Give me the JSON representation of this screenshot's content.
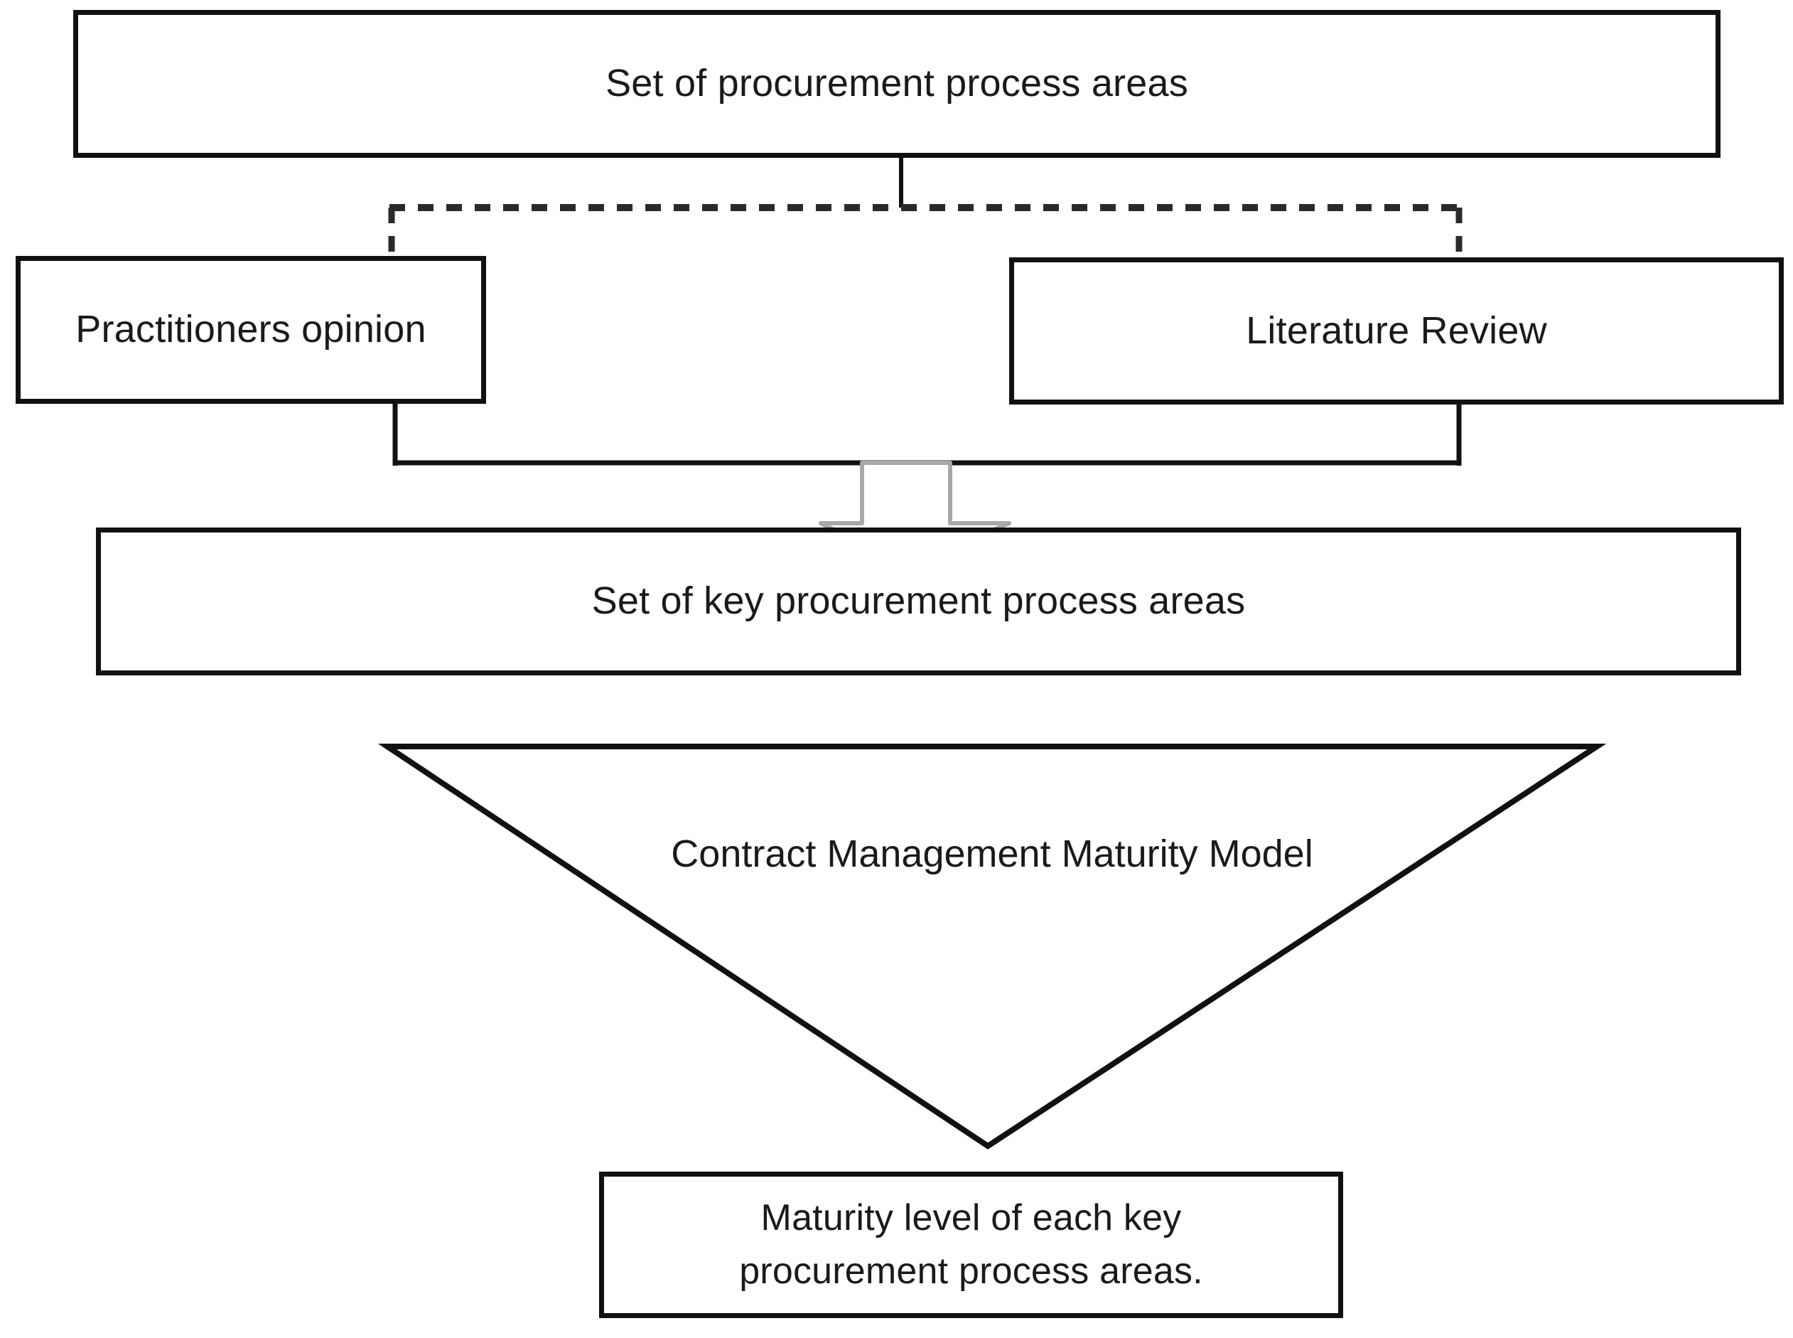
{
  "diagram": {
    "title_text_present": false,
    "nodes": {
      "top": {
        "label": "Set of procurement process areas"
      },
      "left_source": {
        "label": "Practitioners opinion"
      },
      "right_source": {
        "label": "Literature Review"
      },
      "key_areas": {
        "label": "Set of key procurement process areas"
      },
      "model": {
        "label": "Contract Management Maturity Model"
      },
      "outcome": {
        "label": "Maturity level of each key\nprocurement process areas."
      }
    },
    "connectors": {
      "top_split": {
        "style": "dashed",
        "icon": "dashed-branch-connector"
      },
      "merge": {
        "style": "solid",
        "icon": "merge-bracket-connector"
      },
      "down_arrow": {
        "style": "hollow",
        "icon": "down-arrow-icon"
      }
    },
    "colors": {
      "stroke": "#111111",
      "text": "#1a1a1a",
      "background": "#ffffff",
      "arrow_outline": "#9a9a9a"
    }
  }
}
